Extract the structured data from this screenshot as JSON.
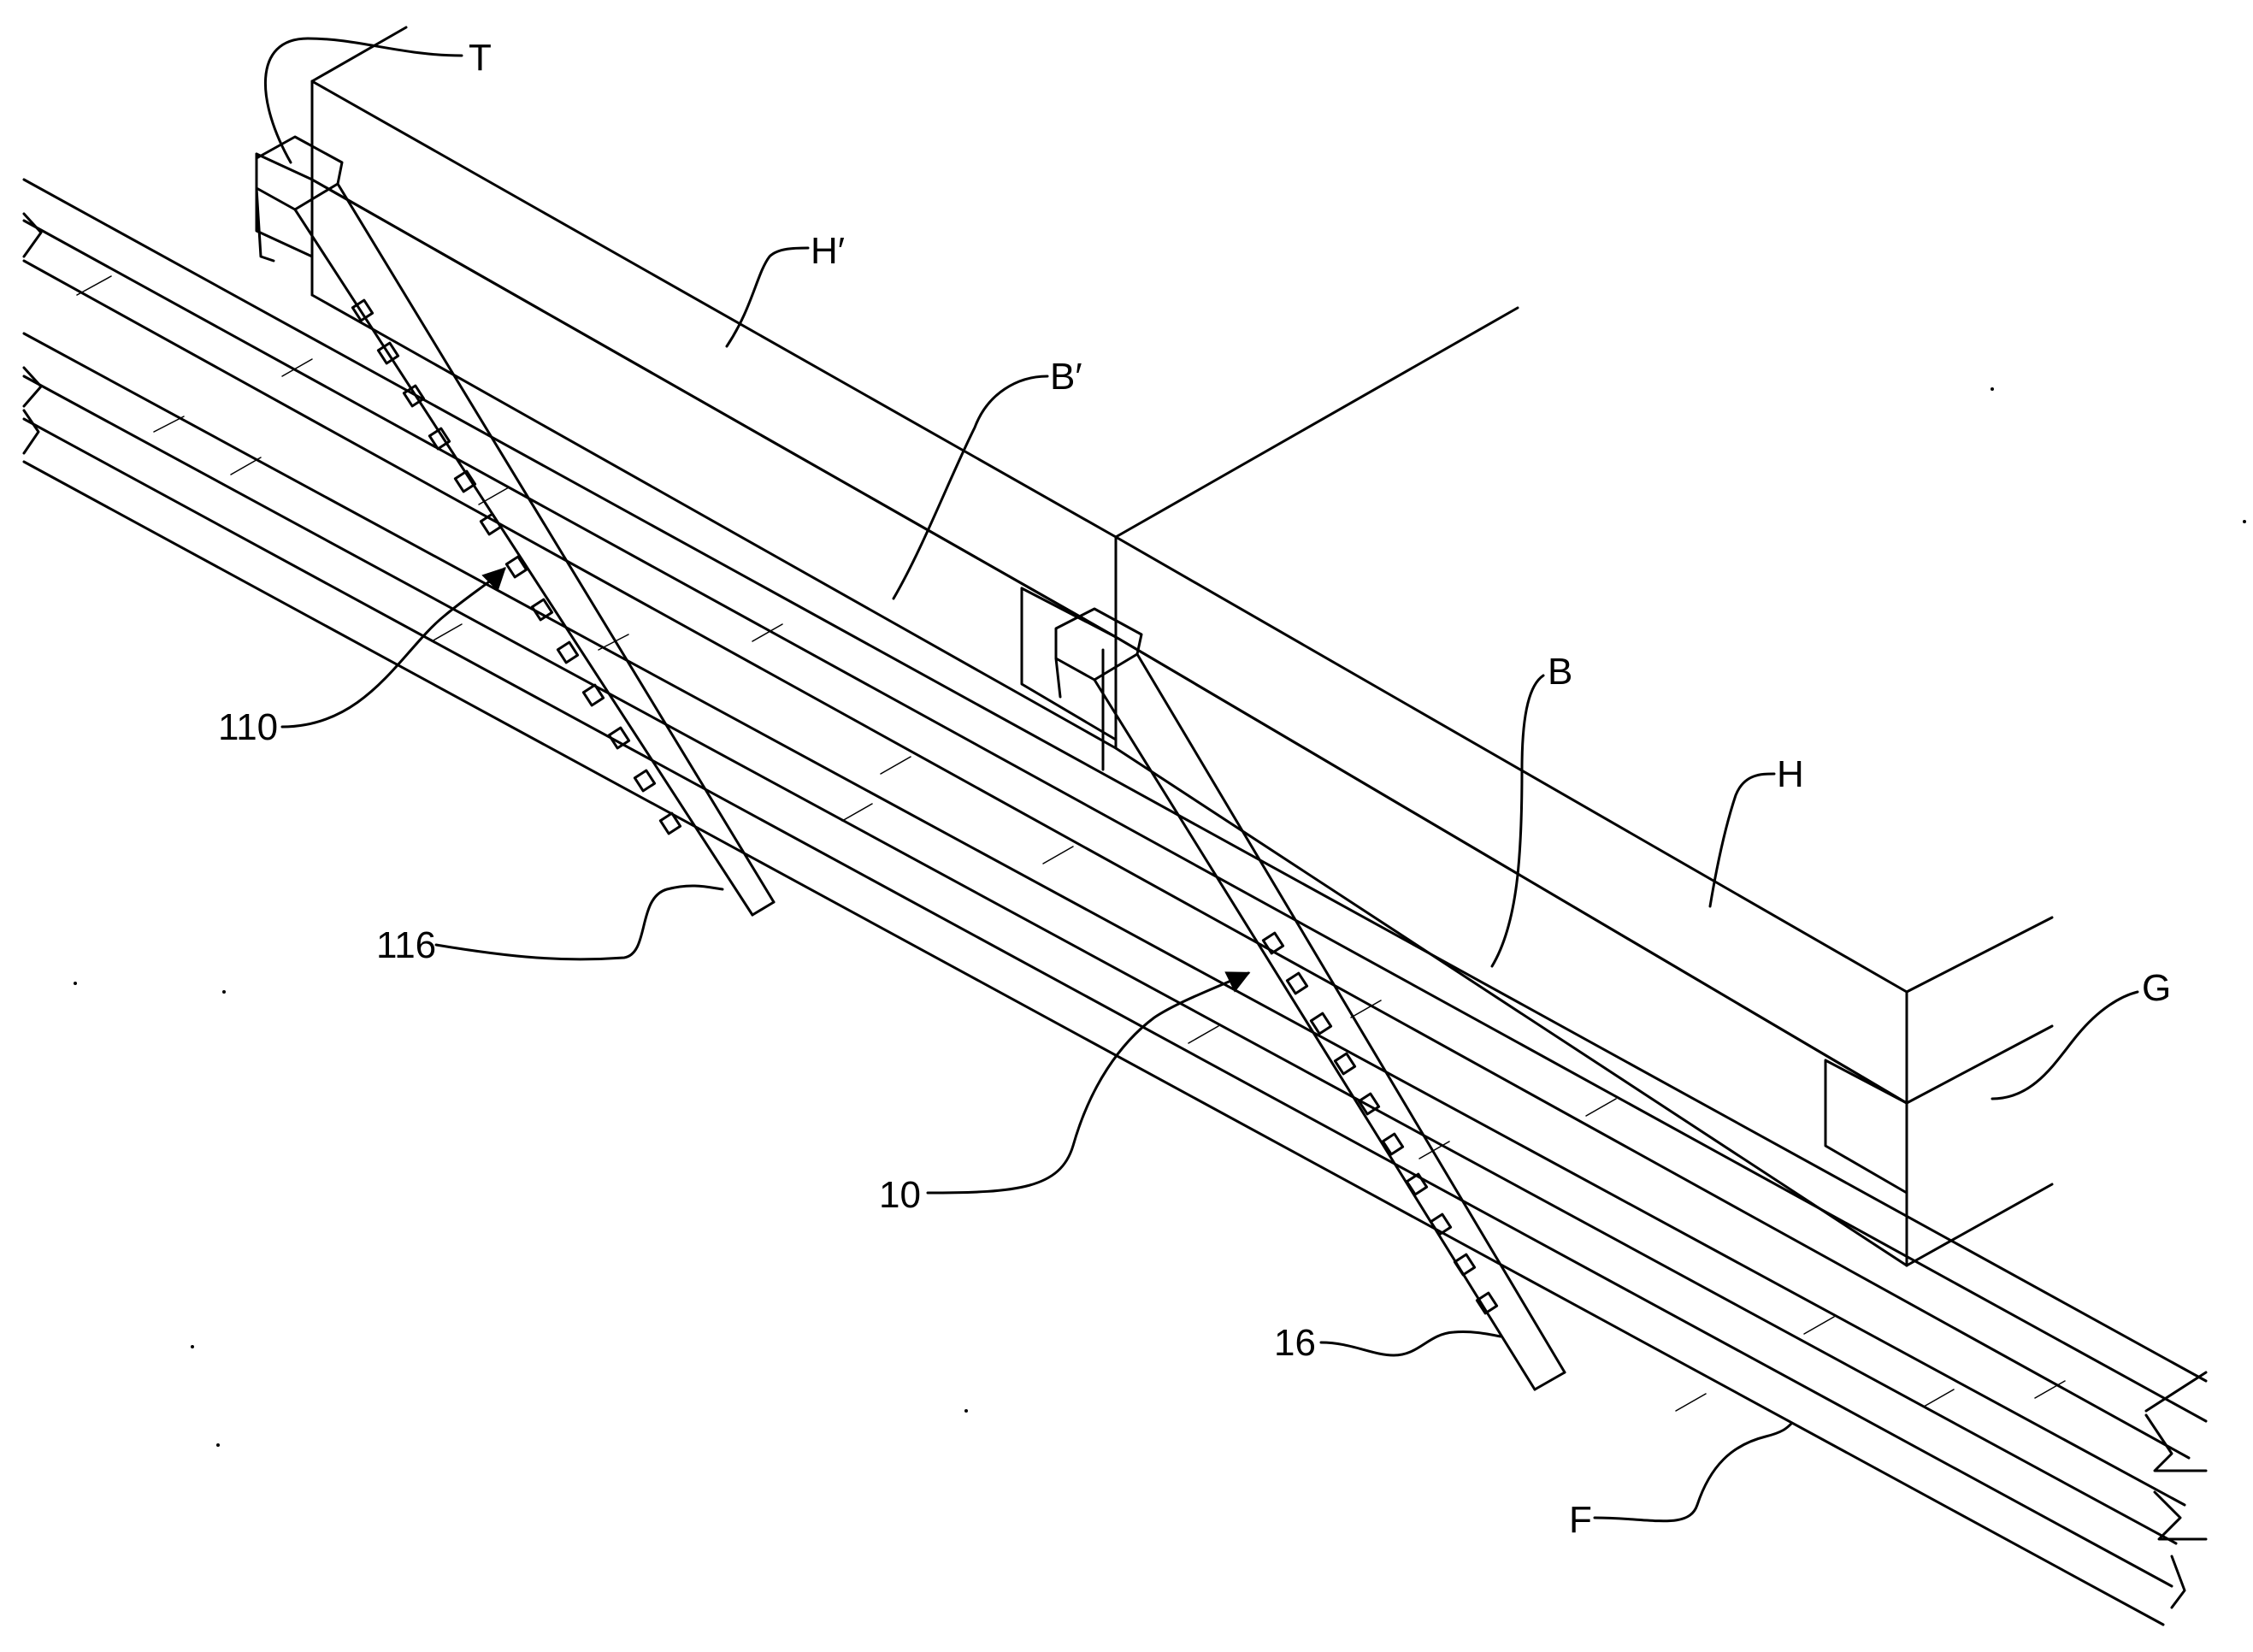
{
  "figure": {
    "labels": {
      "T": "T",
      "H_prime": "H′",
      "B_prime": "B′",
      "B": "B",
      "H": "H",
      "G": "G",
      "F": "F",
      "ref_110": "110",
      "ref_116": "116",
      "ref_10": "10",
      "ref_16": "16"
    }
  }
}
